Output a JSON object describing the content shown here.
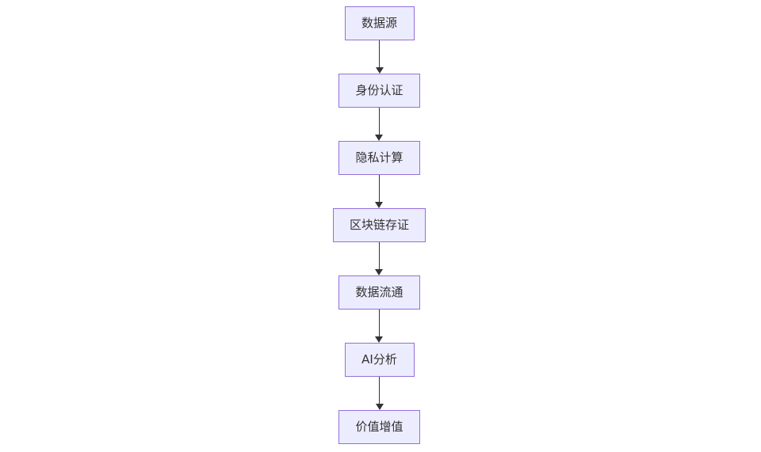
{
  "diagram": {
    "type": "flowchart",
    "direction": "top-down",
    "nodes": [
      {
        "id": "data-source",
        "label": "数据源"
      },
      {
        "id": "identity-auth",
        "label": "身份认证"
      },
      {
        "id": "privacy-computing",
        "label": "隐私计算"
      },
      {
        "id": "blockchain-evidence",
        "label": "区块链存证"
      },
      {
        "id": "data-circulation",
        "label": "数据流通"
      },
      {
        "id": "ai-analysis",
        "label": "AI分析"
      },
      {
        "id": "value-appreciation",
        "label": "价值增值"
      }
    ],
    "edges": [
      {
        "from": "data-source",
        "to": "identity-auth"
      },
      {
        "from": "identity-auth",
        "to": "privacy-computing"
      },
      {
        "from": "privacy-computing",
        "to": "blockchain-evidence"
      },
      {
        "from": "blockchain-evidence",
        "to": "data-circulation"
      },
      {
        "from": "data-circulation",
        "to": "ai-analysis"
      },
      {
        "from": "ai-analysis",
        "to": "value-appreciation"
      }
    ],
    "colors": {
      "node_fill": "#ECECFF",
      "node_border": "#9370DB",
      "node_text": "#333333",
      "edge_line": "#333333"
    }
  }
}
